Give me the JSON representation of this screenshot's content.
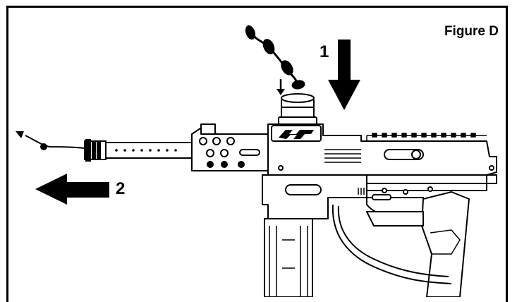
{
  "figure": {
    "label": "Figure D"
  },
  "steps": [
    {
      "number": "1"
    },
    {
      "number": "2"
    }
  ],
  "colors": {
    "ink": "#000000",
    "paper": "#ffffff"
  }
}
